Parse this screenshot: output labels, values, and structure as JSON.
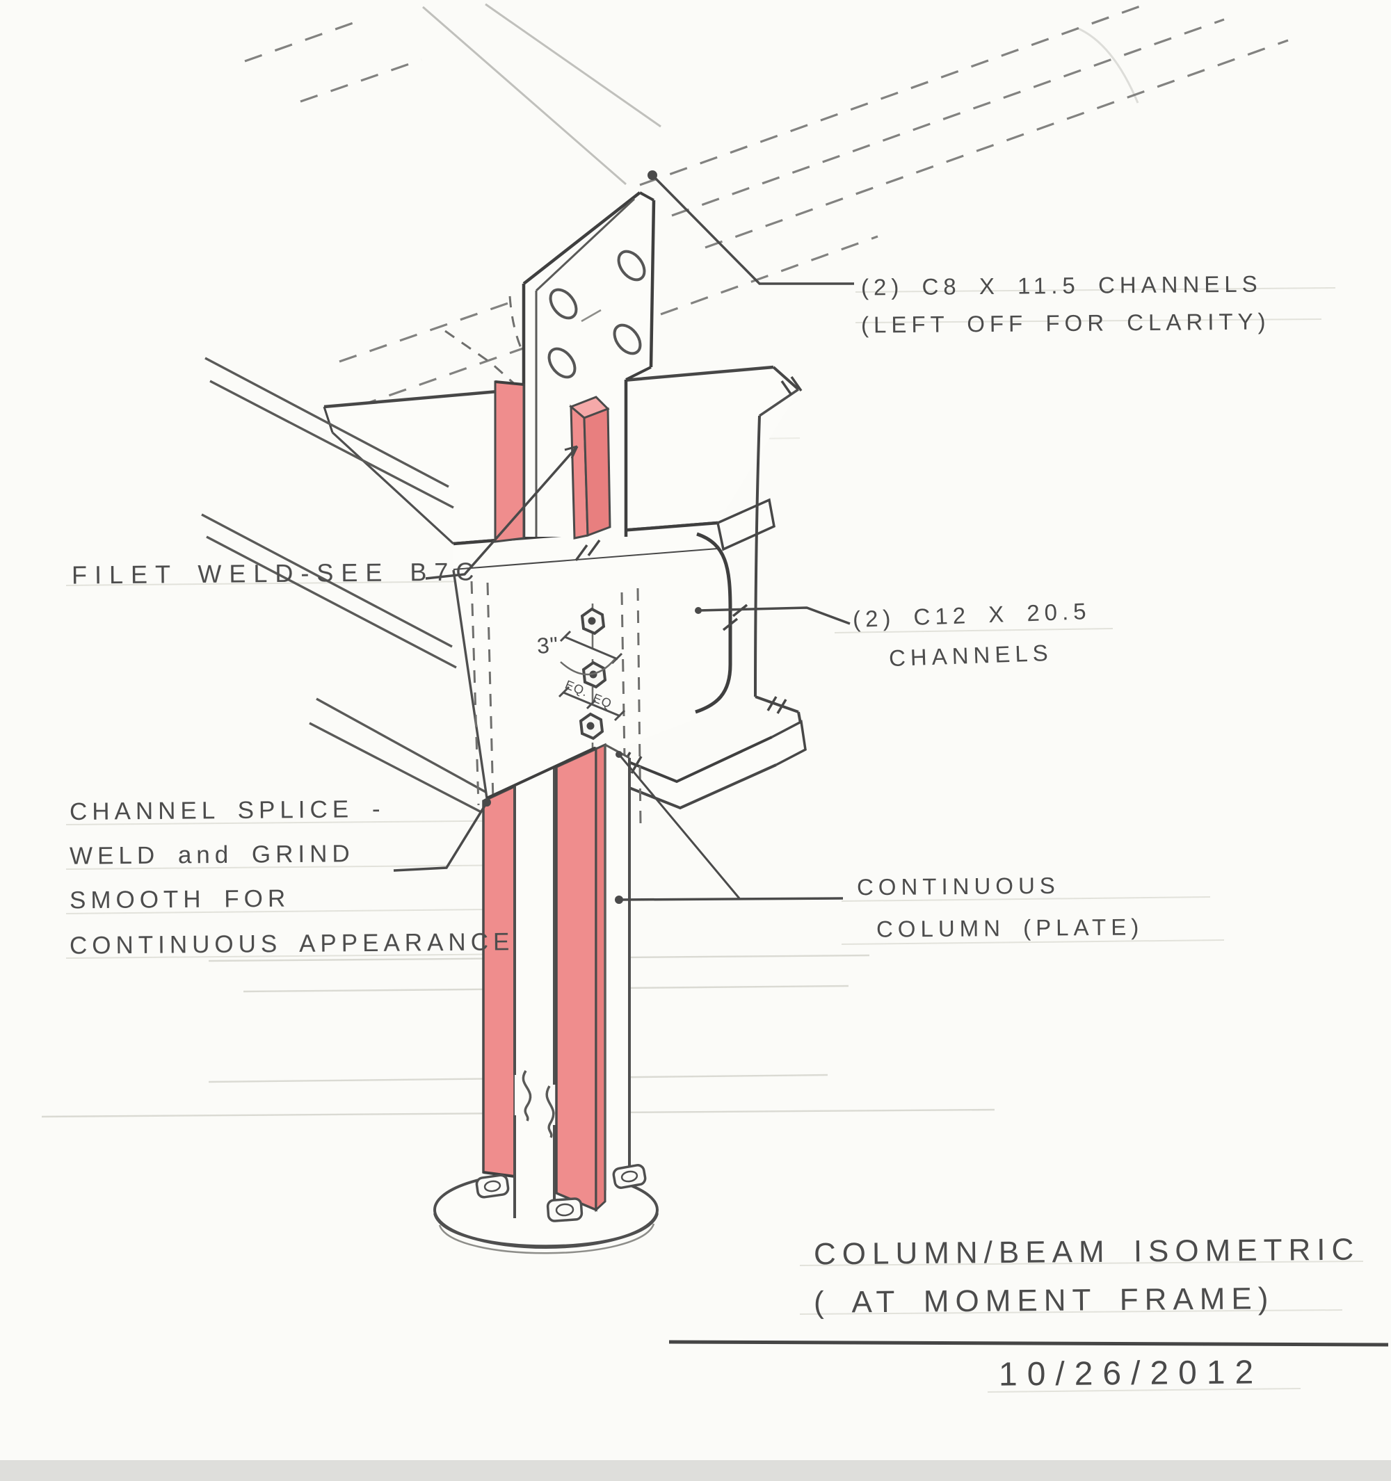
{
  "drawing": {
    "title": {
      "line1": "COLUMN/BEAM ISOMETRIC",
      "line2": "( AT  MOMENT  FRAME)",
      "date": "10/26/2012"
    },
    "annotations": {
      "c8_channels": {
        "line1": "(2) C8 X 11.5 CHANNELS",
        "line2": "(LEFT OFF FOR CLARITY)"
      },
      "filet_weld": {
        "line1": "FILET WELD-SEE B7C"
      },
      "c12_channels": {
        "line1": "(2) C12 X 20.5",
        "line2": "CHANNELS"
      },
      "channel_splice": {
        "line1": "CHANNEL SPLICE -",
        "line2": "WELD and GRIND",
        "line3": "SMOOTH FOR",
        "line4": "CONTINUOUS APPEARANCE"
      },
      "continuous_column": {
        "line1": "CONTINUOUS",
        "line2": "COLUMN (PLATE)"
      },
      "dimensions": {
        "bolt_spacing": "3\"",
        "eq_left": "EQ.",
        "eq_right": "EQ"
      }
    },
    "colors": {
      "pencil": "#4f4f4f",
      "pencil_light": "#8d8d89",
      "highlight_red": "#ef8d8d",
      "highlight_red_dark": "#e87f7f",
      "highlight_red_light": "#f5a9a9",
      "paper": "#fbfbf8"
    }
  }
}
